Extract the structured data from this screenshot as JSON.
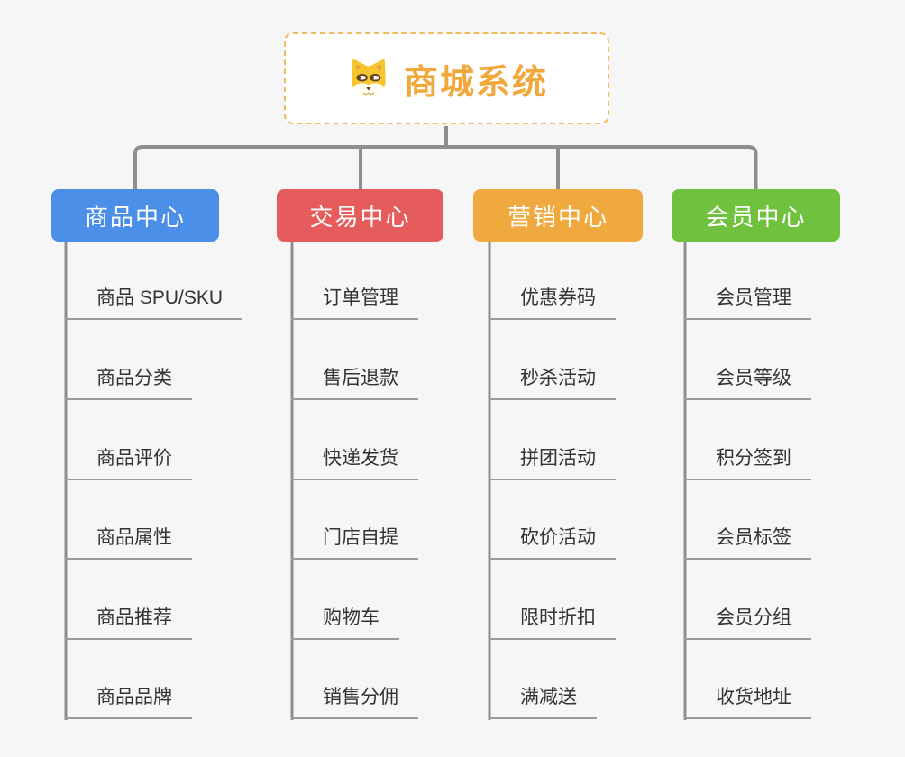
{
  "page": {
    "background": "#F6F6F6"
  },
  "root": {
    "label": "商城系统",
    "icon": "dog-icon",
    "text_color": "#F0A83C",
    "border_color": "#F4B95C"
  },
  "branches": [
    {
      "label": "商品中心",
      "color": "#4B8FE8",
      "items": [
        "商品 SPU/SKU",
        "商品分类",
        "商品评价",
        "商品属性",
        "商品推荐",
        "商品品牌"
      ]
    },
    {
      "label": "交易中心",
      "color": "#E65C5C",
      "items": [
        "订单管理",
        "售后退款",
        "快递发货",
        "门店自提",
        "购物车",
        "销售分佣"
      ]
    },
    {
      "label": "营销中心",
      "color": "#EFA93E",
      "items": [
        "优惠券码",
        "秒杀活动",
        "拼团活动",
        "砍价活动",
        "限时折扣",
        "满减送"
      ]
    },
    {
      "label": "会员中心",
      "color": "#6FC13E",
      "items": [
        "会员管理",
        "会员等级",
        "积分签到",
        "会员标签",
        "会员分组",
        "收货地址"
      ]
    }
  ],
  "colors": {
    "connector_line": "#8E8E8E",
    "leaf_line": "#9B9B9B",
    "leaf_text": "#333333"
  }
}
